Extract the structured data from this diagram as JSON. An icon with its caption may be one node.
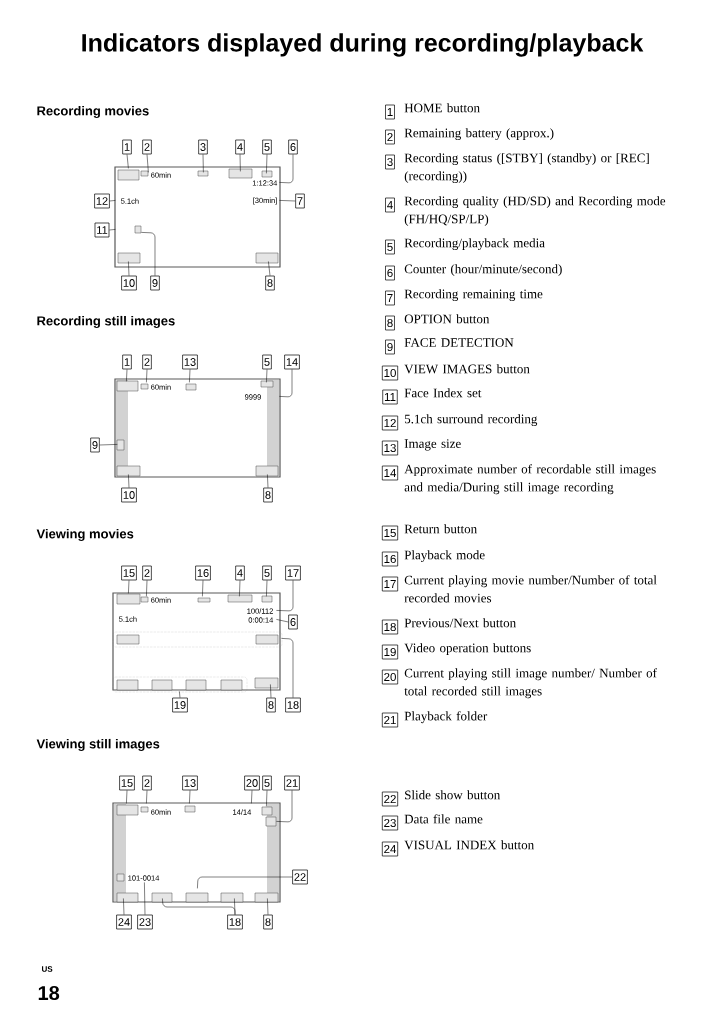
{
  "diagram": {
    "title": "Indicators displayed during recording/playback",
    "nodes": [
      {
        "text": [
          "1"
        ]
      },
      {
        "text": [
          "2"
        ]
      },
      {
        "text": [
          "3"
        ]
      },
      {
        "text": [
          "4"
        ]
      },
      {
        "text": [
          "5"
        ]
      },
      {
        "text": [
          "6"
        ]
      },
      {
        "text": [
          "12"
        ]
      },
      {
        "text": [
          "7"
        ]
      },
      {
        "text": [
          "11"
        ]
      },
      {
        "text": [
          "10"
        ]
      },
      {
        "text": [
          "9"
        ]
      },
      {
        "text": [
          "8"
        ]
      },
      {
        "text": [
          "1"
        ]
      },
      {
        "text": [
          "2"
        ]
      },
      {
        "text": [
          "13"
        ]
      },
      {
        "text": [
          "5"
        ]
      },
      {
        "text": [
          "14"
        ]
      },
      {
        "text": [
          "9"
        ]
      },
      {
        "text": [
          "10"
        ]
      },
      {
        "text": [
          "8"
        ]
      },
      {
        "text": [
          "15"
        ]
      },
      {
        "text": [
          "2"
        ]
      },
      {
        "text": [
          "16"
        ]
      },
      {
        "text": [
          "4"
        ]
      },
      {
        "text": [
          "5"
        ]
      },
      {
        "text": [
          "17"
        ]
      },
      {
        "text": [
          "6"
        ]
      },
      {
        "text": [
          "19"
        ]
      },
      {
        "text": [
          "8"
        ]
      },
      {
        "text": [
          "18"
        ]
      },
      {
        "text": [
          "15"
        ]
      },
      {
        "text": [
          "2"
        ]
      },
      {
        "text": [
          "13"
        ]
      },
      {
        "text": [
          "20"
        ]
      },
      {
        "text": [
          "5"
        ]
      },
      {
        "text": [
          "21"
        ]
      },
      {
        "text": [
          "22"
        ]
      },
      {
        "text": [
          "24"
        ]
      },
      {
        "text": [
          "23"
        ]
      },
      {
        "text": [
          "18"
        ]
      },
      {
        "text": [
          "8"
        ]
      },
      {
        "text": [
          "1"
        ],
        "beside": [
          "HOME button"
        ]
      },
      {
        "text": [
          "2"
        ],
        "beside": [
          "Remaining battery (approx.)"
        ]
      },
      {
        "text": [
          "3"
        ],
        "beside": [
          "Recording status ([STBY] (standby) or [REC] (recording))"
        ]
      },
      {
        "text": [
          "4"
        ],
        "beside": [
          "Recording quality (HD/SD) and Recording mode (FH/HQ/SP/LP)"
        ]
      },
      {
        "text": [
          "5"
        ],
        "beside": [
          "Recording/playback media"
        ]
      },
      {
        "text": [
          "6"
        ],
        "beside": [
          "Counter (hour/minute/second)"
        ]
      },
      {
        "text": [
          "7"
        ],
        "beside": [
          "Recording remaining time"
        ]
      },
      {
        "text": [
          "8"
        ],
        "beside": [
          "OPTION button"
        ]
      },
      {
        "text": [
          "9"
        ],
        "beside": [
          "FACE DETECTION"
        ]
      },
      {
        "text": [
          "10"
        ],
        "beside": [
          "VIEW IMAGES button"
        ]
      },
      {
        "text": [
          "11"
        ],
        "beside": [
          "Face Index set"
        ]
      },
      {
        "text": [
          "12"
        ],
        "beside": [
          "5.1ch surround recording"
        ]
      },
      {
        "text": [
          "13"
        ],
        "beside": [
          "Image size"
        ]
      },
      {
        "text": [
          "14"
        ],
        "beside": [
          "Approximate number of recordable still images and media/During still image recording"
        ]
      },
      {
        "text": [
          "15"
        ],
        "beside": [
          "Return button"
        ]
      },
      {
        "text": [
          "16"
        ],
        "beside": [
          "Playback mode"
        ]
      },
      {
        "text": [
          "17"
        ],
        "beside": [
          "Current playing movie number/Number of total recorded movies"
        ]
      },
      {
        "text": [
          "18"
        ],
        "beside": [
          "Previous/Next button"
        ]
      },
      {
        "text": [
          "19"
        ],
        "beside": [
          "Video operation buttons"
        ]
      },
      {
        "text": [
          "20"
        ],
        "beside": [
          "Current playing still image number/ Number of total recorded still images"
        ]
      },
      {
        "text": [
          "21"
        ],
        "beside": [
          "Playback folder"
        ]
      },
      {
        "text": [
          "22"
        ],
        "beside": [
          "Slide show button"
        ]
      },
      {
        "text": [
          "23"
        ],
        "beside": [
          "Data file name"
        ]
      },
      {
        "text": [
          "24"
        ],
        "beside": [
          "VISUAL INDEX button"
        ]
      },
      {
        "text": [],
        "shape": "screen"
      },
      {
        "text": [],
        "shape": "screen"
      },
      {
        "text": [],
        "shape": "screen"
      },
      {
        "text": [],
        "shape": "screen"
      }
    ],
    "edges": [
      {
        "from": 0,
        "to": 65,
        "arrow": "none"
      },
      {
        "from": 1,
        "to": 65,
        "arrow": "none"
      },
      {
        "from": 2,
        "to": 65,
        "arrow": "none"
      },
      {
        "from": 3,
        "to": 65,
        "arrow": "none"
      },
      {
        "from": 4,
        "to": 65,
        "arrow": "none"
      },
      {
        "from": 5,
        "to": 65,
        "arrow": "none"
      },
      {
        "from": 6,
        "to": 65,
        "arrow": "none"
      },
      {
        "from": 7,
        "to": 65,
        "arrow": "none"
      },
      {
        "from": 8,
        "to": 65,
        "arrow": "none"
      },
      {
        "from": 9,
        "to": 65,
        "arrow": "none"
      },
      {
        "from": 10,
        "to": 65,
        "arrow": "none"
      },
      {
        "from": 11,
        "to": 65,
        "arrow": "none"
      },
      {
        "from": 12,
        "to": 66,
        "arrow": "none"
      },
      {
        "from": 13,
        "to": 66,
        "arrow": "none"
      },
      {
        "from": 14,
        "to": 66,
        "arrow": "none"
      },
      {
        "from": 15,
        "to": 66,
        "arrow": "none"
      },
      {
        "from": 16,
        "to": 66,
        "arrow": "none"
      },
      {
        "from": 17,
        "to": 66,
        "arrow": "none"
      },
      {
        "from": 18,
        "to": 66,
        "arrow": "none"
      },
      {
        "from": 19,
        "to": 66,
        "arrow": "none"
      },
      {
        "from": 20,
        "to": 67,
        "arrow": "none"
      },
      {
        "from": 21,
        "to": 67,
        "arrow": "none"
      },
      {
        "from": 22,
        "to": 67,
        "arrow": "none"
      },
      {
        "from": 23,
        "to": 67,
        "arrow": "none"
      },
      {
        "from": 24,
        "to": 67,
        "arrow": "none"
      },
      {
        "from": 25,
        "to": 67,
        "arrow": "none"
      },
      {
        "from": 26,
        "to": 67,
        "arrow": "none"
      },
      {
        "from": 27,
        "to": 67,
        "arrow": "none"
      },
      {
        "from": 28,
        "to": 67,
        "arrow": "none"
      },
      {
        "from": 29,
        "to": 67,
        "arrow": "none"
      },
      {
        "from": 30,
        "to": 68,
        "arrow": "none"
      },
      {
        "from": 31,
        "to": 68,
        "arrow": "none"
      },
      {
        "from": 32,
        "to": 68,
        "arrow": "none"
      },
      {
        "from": 33,
        "to": 68,
        "arrow": "none"
      },
      {
        "from": 34,
        "to": 68,
        "arrow": "none"
      },
      {
        "from": 35,
        "to": 68,
        "arrow": "none"
      },
      {
        "from": 36,
        "to": 68,
        "arrow": "none"
      },
      {
        "from": 37,
        "to": 68,
        "arrow": "none"
      },
      {
        "from": 38,
        "to": 68,
        "arrow": "none"
      },
      {
        "from": 39,
        "to": 68,
        "arrow": "none"
      },
      {
        "from": 39,
        "to": 68,
        "arrow": "none"
      },
      {
        "from": 40,
        "to": 68,
        "arrow": "none"
      }
    ],
    "labels": [
      "Recording movies",
      "60min",
      "1:12:34",
      "[30min]",
      "5.1ch",
      "Recording still images",
      "60min",
      "9999",
      "Viewing movies",
      "60min",
      "100/112",
      "5.1ch",
      "0:00:14",
      "Viewing still images",
      "60min",
      "14/14",
      "101-0014",
      "US",
      "18"
    ]
  }
}
